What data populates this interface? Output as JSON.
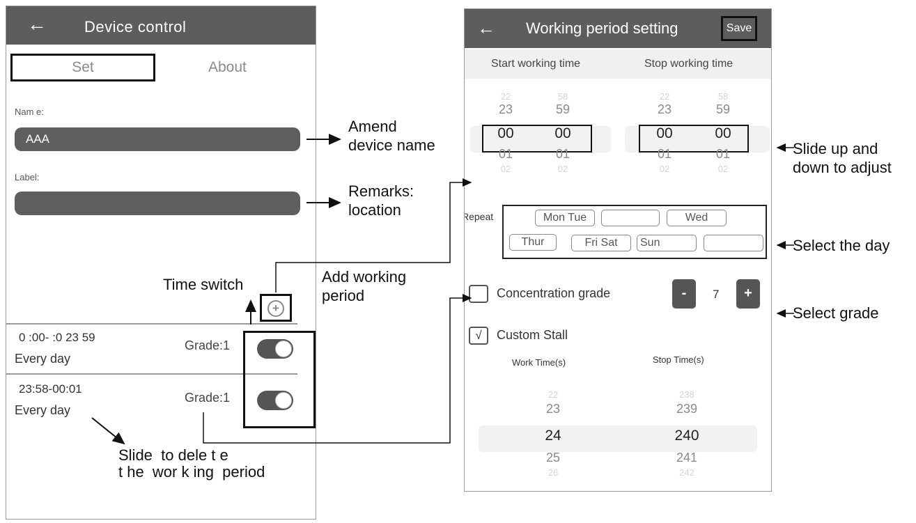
{
  "device_control": {
    "title": "Device control",
    "back_icon": "←",
    "tabs": {
      "set": "Set",
      "about": "About"
    },
    "name_label": "Nam e:",
    "name_value": "AAA",
    "label_label": "Label:",
    "label_value": "",
    "add_icon": "+",
    "periods": [
      {
        "time": "0 :00- :0 23 59",
        "repeat": "Every day",
        "grade": "Grade:1",
        "enabled": true
      },
      {
        "time": "23:58-00:01",
        "repeat": "Every day",
        "grade": "Grade:1",
        "enabled": true
      }
    ]
  },
  "working_period": {
    "title": "Working period setting",
    "back_icon": "←",
    "save_label": "Save",
    "start_header": "Start working time",
    "stop_header": "Stop working time",
    "start_wheel": {
      "hours": [
        "22",
        "23",
        "00",
        "01",
        "02"
      ],
      "minutes": [
        "58",
        "59",
        "00",
        "01",
        "02"
      ]
    },
    "stop_wheel": {
      "hours": [
        "22",
        "23",
        "00",
        "01",
        "02"
      ],
      "minutes": [
        "58",
        "59",
        "00",
        "01",
        "02"
      ]
    },
    "repeat_label": "Repeat",
    "days": {
      "mon_tue": "Mon  Tue",
      "blank1": "",
      "wed": "Wed",
      "thur": "Thur",
      "fri_sat": "Fri  Sat",
      "sun": "Sun",
      "blank2": ""
    },
    "concentration_label": "Concentration grade",
    "concentration_checked": false,
    "grade_minus": "-",
    "grade_value": "7",
    "grade_plus": "+",
    "custom_label": "Custom  Stall",
    "custom_check": "√",
    "work_time_label": "Work Time(s)",
    "stop_time_label": "Stop Time(s)",
    "work_wheel": [
      "22",
      "23",
      "24",
      "25",
      "26"
    ],
    "stop_wheel_s": [
      "238",
      "239",
      "240",
      "241",
      "242"
    ]
  },
  "annotations": {
    "amend": "Amend\ndevice name",
    "remarks": "Remarks:\nlocation",
    "time_switch": "Time switch",
    "add_period": "Add working\nperiod",
    "slide_delete": "Slide  to dele t e\nt he  wor k ing  period",
    "slide_adjust": "Slide up and\ndown to adjust",
    "select_day": "Select the day",
    "select_grade": "Select grade"
  }
}
